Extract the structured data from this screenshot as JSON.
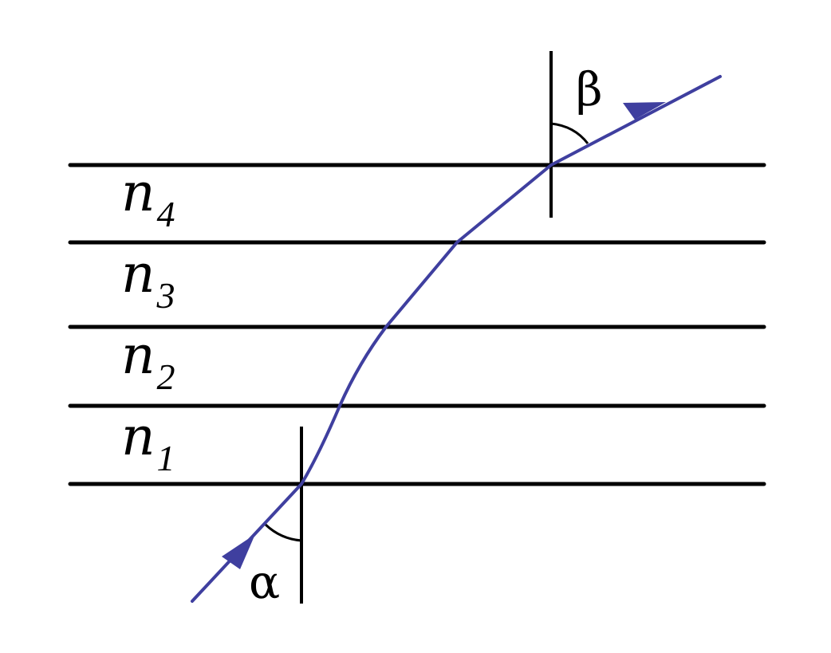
{
  "layers": [
    {
      "symbol": "n",
      "index": "4"
    },
    {
      "symbol": "n",
      "index": "3"
    },
    {
      "symbol": "n",
      "index": "2"
    },
    {
      "symbol": "n",
      "index": "1"
    }
  ],
  "angles": {
    "incident": "α",
    "exit": "β"
  },
  "colors": {
    "ray": "#3f3f9f",
    "lines": "#000000"
  }
}
